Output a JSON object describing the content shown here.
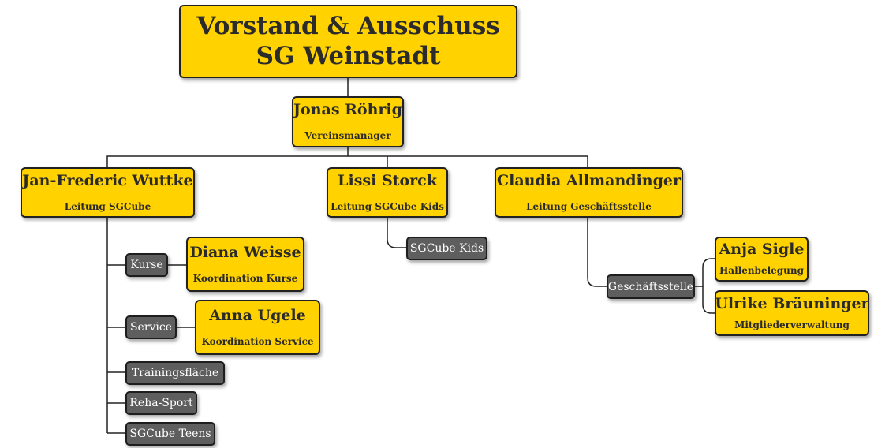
{
  "title": {
    "line1": "Vorstand & Ausschuss",
    "line2": "SG Weinstadt"
  },
  "manager": {
    "name": "Jonas Röhrig",
    "role": "Vereinsmanager"
  },
  "leads": [
    {
      "name": "Jan-Frederic Wuttke",
      "role": "Leitung SGCube"
    },
    {
      "name": "Lissi Storck",
      "role": "Leitung SGCube Kids"
    },
    {
      "name": "Claudia Allmandinger",
      "role": "Leitung Geschäftsstelle"
    }
  ],
  "sgcube_units": [
    "Kurse",
    "Service",
    "Trainingsfläche",
    "Reha-Sport",
    "SGCube Teens"
  ],
  "sgcube_coordinators": [
    {
      "name": "Diana Weisse",
      "role": "Koordination Kurse"
    },
    {
      "name": "Anna Ugele",
      "role": "Koordination Service"
    }
  ],
  "kids_unit": "SGCube Kids",
  "office_unit": "Geschäftsstelle",
  "office_staff": [
    {
      "name": "Anja Sigle",
      "role": "Hallenbelegung"
    },
    {
      "name": "Ulrike Bräuninger",
      "role": "Mitgliederverwaltung"
    }
  ],
  "colors": {
    "person_box": "#ffd200",
    "unit_box": "#5e5e5e",
    "connector": "#222222"
  }
}
